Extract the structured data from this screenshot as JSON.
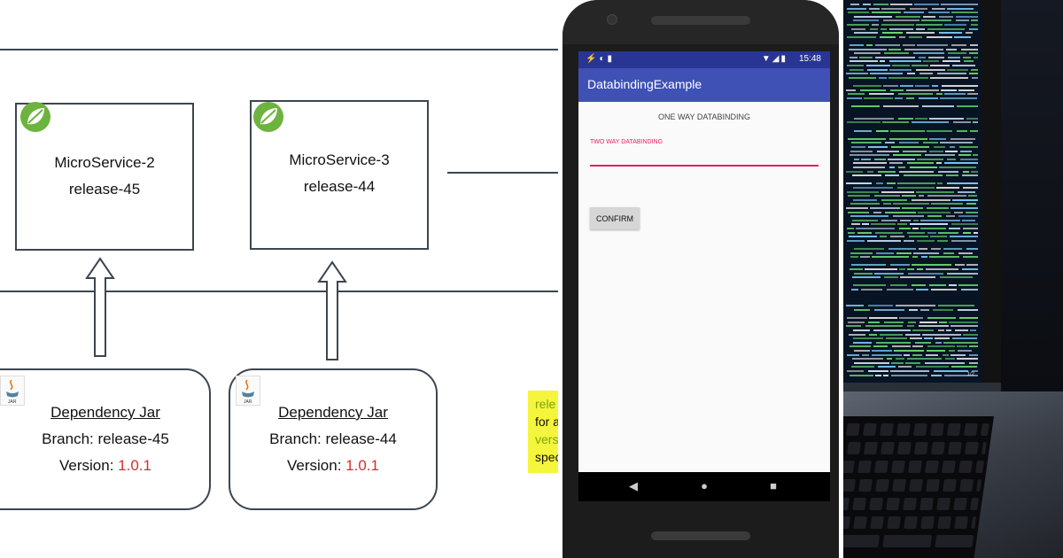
{
  "diagram": {
    "microservices": [
      {
        "name": "MicroService-2",
        "release": "release-45"
      },
      {
        "name": "MicroService-3",
        "release": "release-44"
      }
    ],
    "jars": [
      {
        "title": "Dependency Jar",
        "branch": "Branch: release-45",
        "version_label": "Version:",
        "version_value": "1.0.1"
      },
      {
        "title": "Dependency Jar",
        "branch": "Branch: release-44",
        "version_label": "Version:",
        "version_value": "1.0.1"
      }
    ],
    "note": {
      "line1": "rele",
      "line2": "for a",
      "line3": "vers",
      "line4": "spec"
    },
    "colors": {
      "line": "#3c4650",
      "version": "#d32f2f",
      "note_bg": "#f5f53c",
      "spring_green": "#6db33f"
    }
  },
  "phone": {
    "status_time": "15:48",
    "app_title": "DatabindingExample",
    "one_way_text": "ONE WAY DATABINDING",
    "two_way_label": "TWO WAY DATABINDING",
    "input_value": "",
    "confirm_label": "CONFIRM",
    "colors": {
      "status_bar": "#283593",
      "app_bar": "#3f51b5",
      "accent": "#e91e63"
    }
  },
  "laptop": {
    "screen_label": "1/2"
  }
}
